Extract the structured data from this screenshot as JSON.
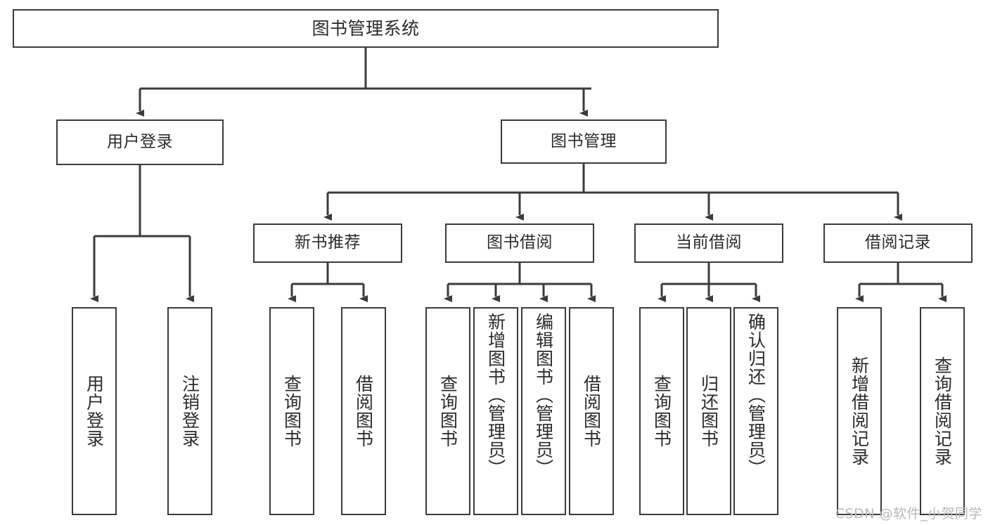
{
  "diagram": {
    "title": "图书管理系统",
    "watermark": "CSDN @软件_小贺同学",
    "colors": {
      "background": "#ffffff",
      "border": "#3b3b3b",
      "text": "#2b2b2b",
      "connector": "#3b3b3b",
      "watermark": "#b9b9b9"
    },
    "root": {
      "label": "图书管理系统"
    },
    "level2": [
      {
        "label": "用户登录"
      },
      {
        "label": "图书管理"
      }
    ],
    "level3": [
      {
        "label": "新书推荐"
      },
      {
        "label": "图书借阅"
      },
      {
        "label": "当前借阅"
      },
      {
        "label": "借阅记录"
      }
    ],
    "leaves": [
      {
        "label": "用户登录",
        "parent": "用户登录"
      },
      {
        "label": "注销登录",
        "parent": "用户登录"
      },
      {
        "label": "查询图书",
        "parent": "新书推荐"
      },
      {
        "label": "借阅图书",
        "parent": "新书推荐"
      },
      {
        "label": "查询图书",
        "parent": "图书借阅"
      },
      {
        "label": "新增图书（管理员）",
        "parent": "图书借阅"
      },
      {
        "label": "编辑图书（管理员）",
        "parent": "图书借阅"
      },
      {
        "label": "借阅图书",
        "parent": "图书借阅"
      },
      {
        "label": "查询图书",
        "parent": "当前借阅"
      },
      {
        "label": "归还图书",
        "parent": "当前借阅"
      },
      {
        "label": "确认归还（管理员）",
        "parent": "当前借阅"
      },
      {
        "label": "新增借阅记录",
        "parent": "借阅记录"
      },
      {
        "label": "查询借阅记录",
        "parent": "借阅记录"
      }
    ]
  }
}
